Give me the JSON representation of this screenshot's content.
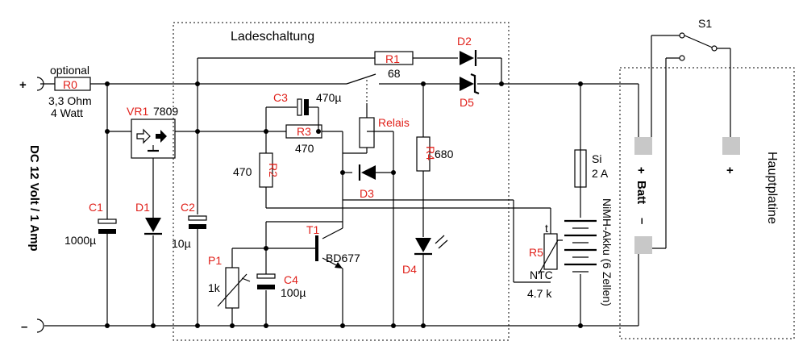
{
  "title": "Ladeschaltung",
  "input": {
    "plus": "+",
    "minus": "–",
    "supply": "DC 12 Volt / 1 Amp"
  },
  "r0": {
    "note": "optional",
    "ref": "R0",
    "value1": "3,3 Ohm",
    "value2": "4 Watt"
  },
  "vr1": {
    "ref": "VR1",
    "value": "7809"
  },
  "c1": {
    "ref": "C1",
    "value": "1000µ"
  },
  "d1": {
    "ref": "D1"
  },
  "c2": {
    "ref": "C2",
    "value": "10µ"
  },
  "c3": {
    "ref": "C3",
    "value": "470µ"
  },
  "r3": {
    "ref": "R3",
    "value": "470"
  },
  "relais": {
    "label": "Relais"
  },
  "r2": {
    "ref": "R2",
    "value": "470"
  },
  "d3": {
    "ref": "D3"
  },
  "r1": {
    "ref": "R1",
    "value": "68"
  },
  "d2": {
    "ref": "D2"
  },
  "d5": {
    "ref": "D5"
  },
  "r4": {
    "ref": "R4",
    "value": "680"
  },
  "d4": {
    "ref": "D4"
  },
  "t1": {
    "ref": "T1",
    "value": "BD677"
  },
  "p1": {
    "ref": "P1",
    "value": "1k"
  },
  "c4": {
    "ref": "C4",
    "value": "100µ"
  },
  "r5": {
    "ref": "R5",
    "type": "NTC",
    "value": "4.7 k",
    "t_mark": "t"
  },
  "fuse": {
    "ref": "Si",
    "value": "2 A"
  },
  "battery": {
    "label": "NiMH-Akku (6 Zellen)"
  },
  "s1": {
    "ref": "S1"
  },
  "batt": {
    "plus": "+",
    "label": "Batt",
    "minus": "–"
  },
  "hauptplatine": {
    "label": "Hauptplatine",
    "plus": "+"
  }
}
